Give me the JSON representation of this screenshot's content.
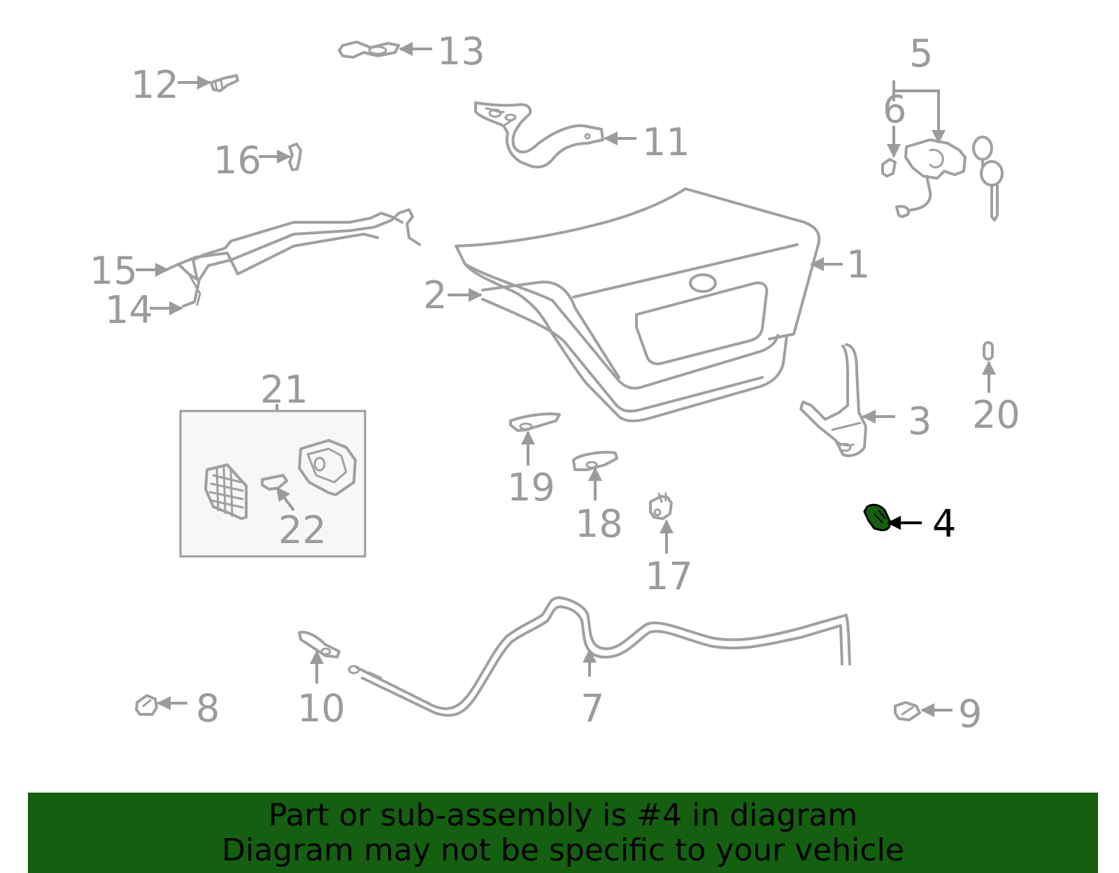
{
  "highlight_color": "#146010",
  "callouts": {
    "c1": "1",
    "c2": "2",
    "c3": "3",
    "c4": "4",
    "c5": "5",
    "c6": "6",
    "c7": "7",
    "c8": "8",
    "c9": "9",
    "c10": "10",
    "c11": "11",
    "c12": "12",
    "c13": "13",
    "c14": "14",
    "c15": "15",
    "c16": "16",
    "c17": "17",
    "c18": "18",
    "c19": "19",
    "c20": "20",
    "c21": "21",
    "c22": "22"
  },
  "highlighted_part": "4",
  "banner": {
    "line1": "Part or sub-assembly is #4 in diagram",
    "line2": "Diagram may not be specific to your vehicle"
  }
}
